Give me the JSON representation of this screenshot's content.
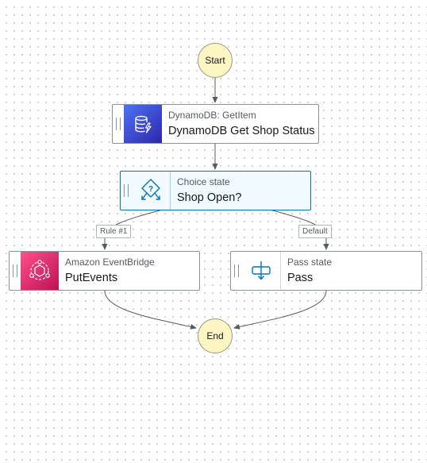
{
  "start_node": {
    "label": "Start"
  },
  "end_node": {
    "label": "End"
  },
  "states": {
    "dynamodb_get_item": {
      "type_label": "DynamoDB: GetItem",
      "name": "DynamoDB Get Shop Status",
      "icon": "dynamodb-icon"
    },
    "choice": {
      "type_label": "Choice state",
      "name": "Shop Open?",
      "icon": "choice-icon",
      "selected": true
    },
    "eventbridge": {
      "type_label": "Amazon EventBridge",
      "name": "PutEvents",
      "icon": "eventbridge-icon"
    },
    "pass": {
      "type_label": "Pass state",
      "name": "Pass",
      "icon": "pass-icon"
    }
  },
  "edge_labels": {
    "rule_1": "Rule #1",
    "default": "Default"
  },
  "colors": {
    "dynamodb_gradient": [
      "#4d72f3",
      "#2e27ad"
    ],
    "eventbridge_gradient": [
      "#ff4f8b",
      "#bc1356"
    ],
    "choice_accent": "#0073bb",
    "terminal_fill": "#fcf6c4"
  }
}
